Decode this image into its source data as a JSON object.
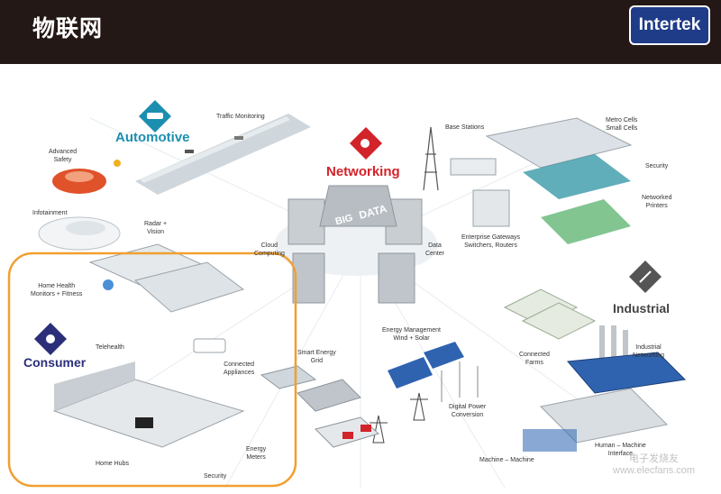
{
  "header": {
    "title": "物联网",
    "logo_text": "Intertek",
    "bg_color": "#231815",
    "logo_color": "#1f3c88"
  },
  "sectors": {
    "automotive": "Automotive",
    "networking": "Networking",
    "industrial": "Industrial",
    "consumer": "Consumer"
  },
  "center": {
    "big": "BIG",
    "data": "DATA"
  },
  "labels": {
    "traffic_monitoring": "Traffic Monitoring",
    "advanced_safety": "Advanced\nSafety",
    "infotainment": "Infotainment",
    "radar_vision": "Radar +\nVision",
    "base_stations": "Base Stations",
    "metro_cells": "Metro Cells\nSmall Cells",
    "security_top": "Security",
    "networked_printers": "Networked\nPrinters",
    "enterprise_gateways": "Enterprise Gateways\nSwitchers, Routers",
    "data_center": "Data\nCenter",
    "cloud_computing": "Cloud\nComputing",
    "home_health": "Home Health\nMonitors + Fitness",
    "telehealth": "Telehealth",
    "connected_appliances": "Connected\nAppliances",
    "smart_energy_grid": "Smart Energy\nGrid",
    "energy_management": "Energy Management\nWind + Solar",
    "connected_farms": "Connected\nFarms",
    "industrial_networking": "Industrial\nNetworking",
    "digital_power": "Digital Power\nConversion",
    "energy_meters": "Energy\nMeters",
    "home_hubs": "Home Hubs",
    "security_bottom": "Security",
    "machine_machine": "Machine – Machine",
    "human_machine": "Human – Machine\nInterface"
  },
  "watermark": "电子发烧友\nwww.elecfans.com",
  "colors": {
    "automotive": "#1c8fb0",
    "networking": "#d2232a",
    "industrial": "#555555",
    "consumer": "#2b2f7a",
    "highlight": "#f0a030"
  }
}
